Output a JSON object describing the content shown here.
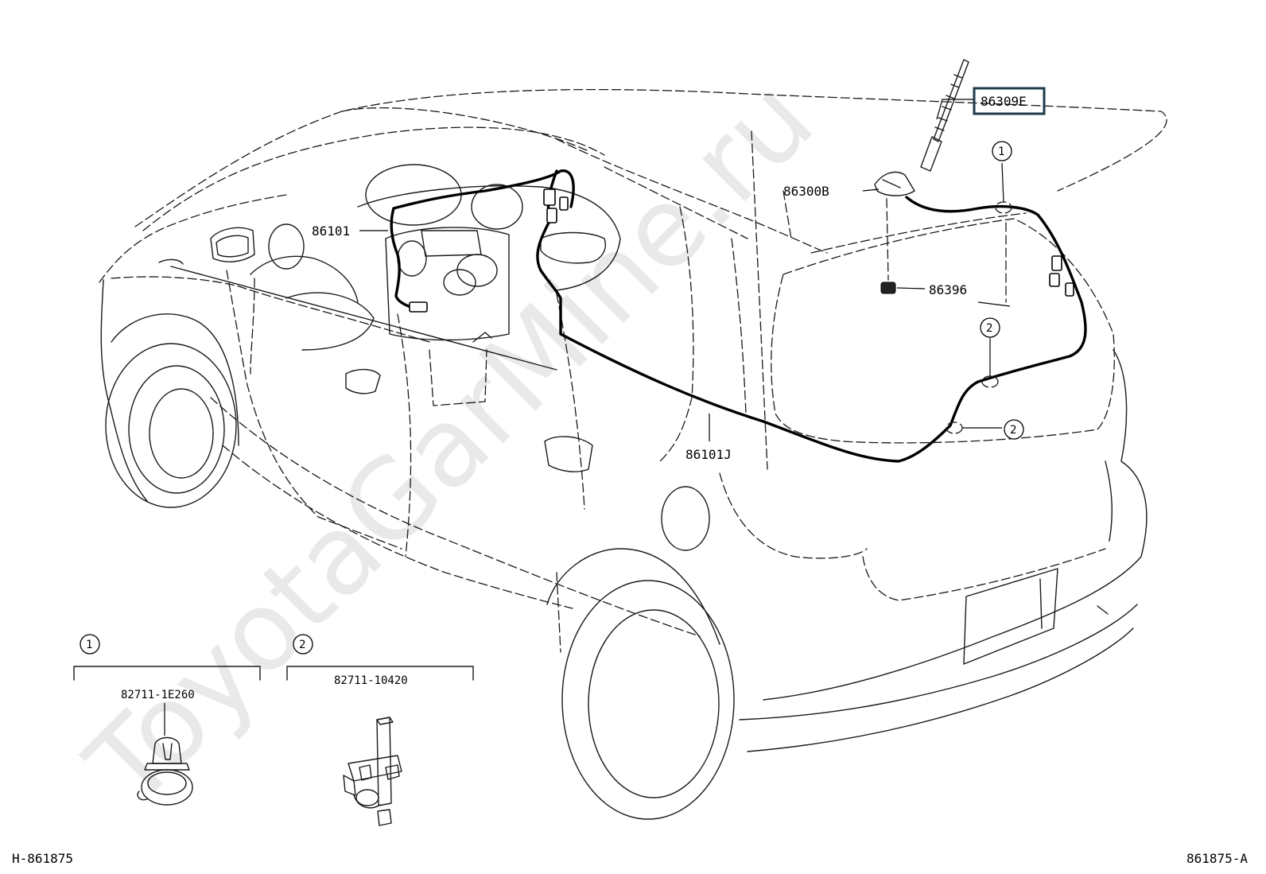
{
  "watermark": "ToyotaGarMine.ru",
  "parts": {
    "antenna_rod": "86309E",
    "antenna_base": "86300B",
    "antenna_pad": "86396",
    "front_cord": "86101",
    "rear_cord": "86101J"
  },
  "callouts": {
    "one": "1",
    "two": "2"
  },
  "detail_1": {
    "marker": "1",
    "part_number": "82711-1E260"
  },
  "detail_2": {
    "marker": "2",
    "part_number": "82711-10420"
  },
  "footer": {
    "left": "H-861875",
    "right": "861875-A"
  }
}
